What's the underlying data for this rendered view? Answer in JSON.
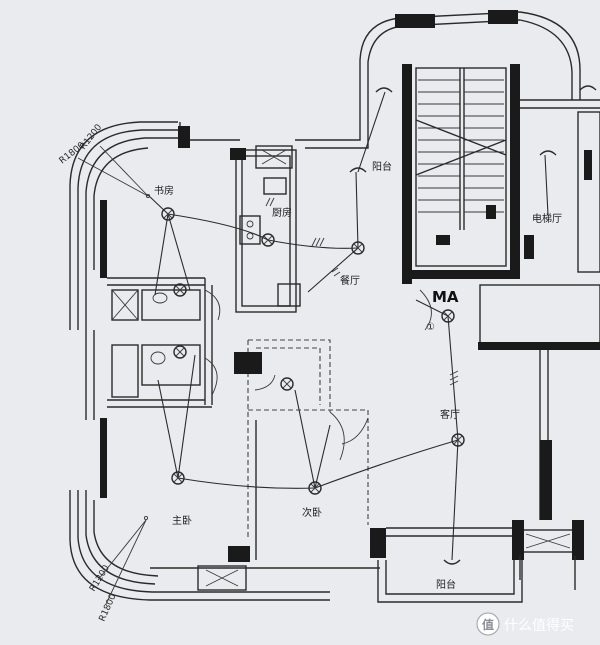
{
  "rooms": {
    "study": "书房",
    "kitchen": "厨房",
    "dining": "餐厅",
    "living": "客厅",
    "master_bedroom": "主卧",
    "second_bedroom": "次卧",
    "balcony_top": "阳台",
    "balcony_bottom": "阳台",
    "elevator_hall": "电梯厅",
    "shaft_label": "MA",
    "circle_marker": "①"
  },
  "dimensions": {
    "radius_top_inner": "R1200",
    "radius_top_outer": "R1800",
    "radius_bottom_inner": "R1200",
    "radius_bottom_outer": "R1800"
  },
  "watermark": {
    "text": "什么值得买",
    "icon": "zhi-logo-icon"
  },
  "colors": {
    "paper": "#e9ebef",
    "ink": "#1a1a1a"
  }
}
